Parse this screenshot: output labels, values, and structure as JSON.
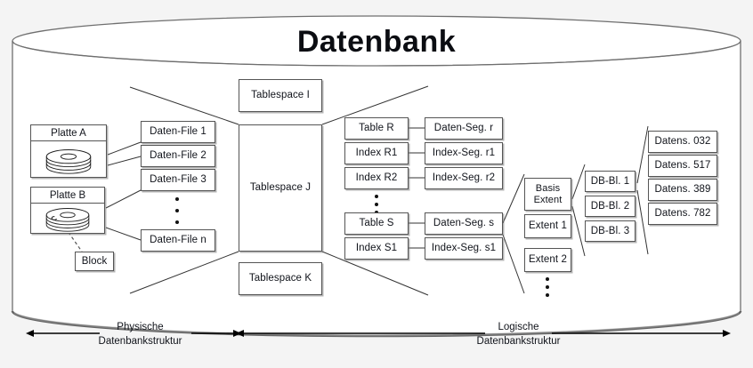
{
  "diagram": {
    "title": "Datenbank",
    "physical": {
      "disks": [
        {
          "label": "Platte A",
          "icon": "disk-platter-icon"
        },
        {
          "label": "Platte B",
          "icon": "disk-platter-icon"
        }
      ],
      "block": "Block",
      "data_files": [
        "Daten-File 1",
        "Daten-File 2",
        "Daten-File 3",
        "Daten-File n"
      ],
      "data_files_ellipsis": true
    },
    "tablespaces": [
      "Tablespace I",
      "Tablespace J",
      "Tablespace K"
    ],
    "objects": [
      "Table R",
      "Index R1",
      "Index R2",
      "Table S",
      "Index S1"
    ],
    "objects_ellipsis_after": 3,
    "segments": [
      "Daten-Seg. r",
      "Index-Seg. r1",
      "Index-Seg. r2",
      "Daten-Seg. s",
      "Index-Seg. s1"
    ],
    "extents": [
      "Basis Extent",
      "Extent 1",
      "Extent 2"
    ],
    "extents_basis_line1": "Basis",
    "extents_basis_line2": "Extent",
    "extents_ellipsis": true,
    "db_blocks": [
      "DB-Bl. 1",
      "DB-Bl. 2",
      "DB-Bl. 3"
    ],
    "records": [
      "Datens. 032",
      "Datens. 517",
      "Datens. 389",
      "Datens. 782"
    ],
    "axes": [
      {
        "line1": "Physische",
        "line2": "Datenbankstruktur"
      },
      {
        "line1": "Logische",
        "line2": "Datenbankstruktur"
      }
    ],
    "colors": {
      "stroke": "#555555",
      "text": "#10131a",
      "page": "#f4f4f4",
      "paper": "#ffffff"
    }
  }
}
